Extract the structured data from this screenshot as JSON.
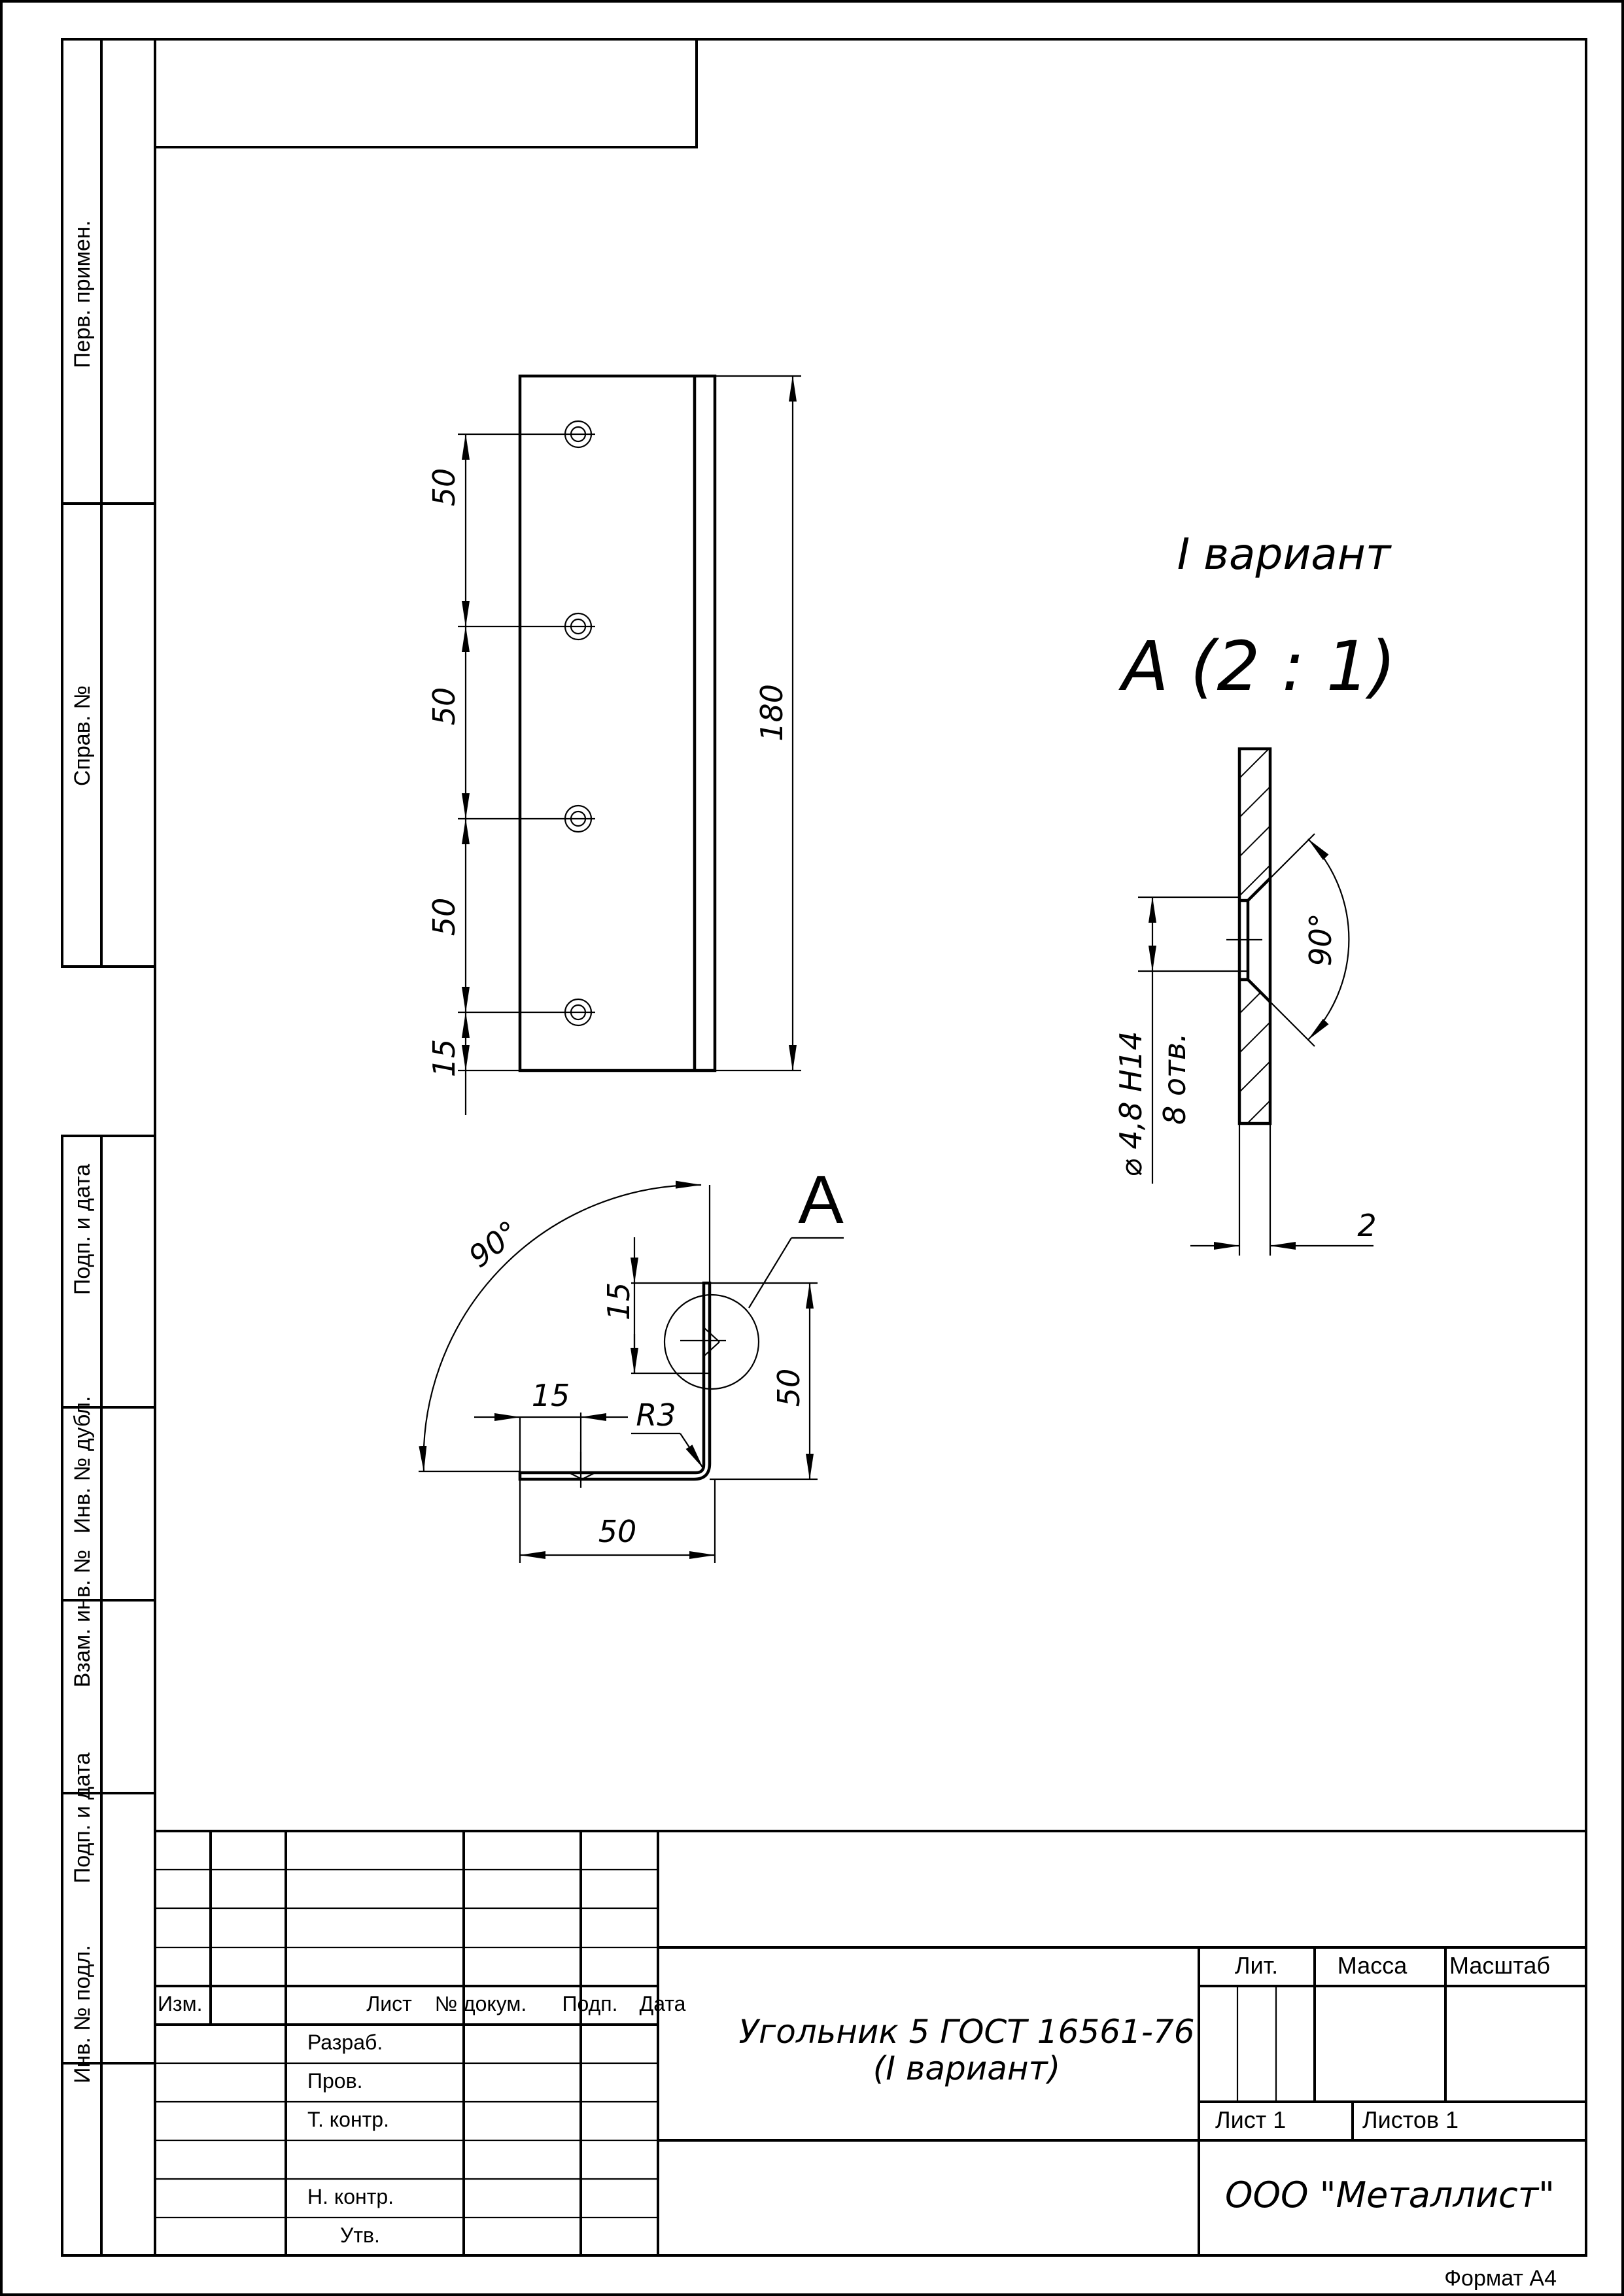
{
  "drawing": {
    "variant_note": "I вариант",
    "detail_view_label": "А (2 : 1)",
    "callout_letter": "А",
    "dimensions": {
      "hole_pitch_1": "50",
      "hole_pitch_2": "50",
      "hole_pitch_3": "50",
      "edge_offset": "15",
      "overall_length": "180",
      "bend_angle": "90°",
      "top_flange_offset": "15",
      "bottom_flange_offset": "15",
      "bend_radius": "R3",
      "vertical_flange": "50",
      "horizontal_flange": "50",
      "countersink_angle": "90°",
      "hole_diameter": "⌀ 4,8 H14",
      "hole_count": "8 отв.",
      "thickness": "2"
    }
  },
  "side_stamp": {
    "perv_primen": "Перв. примен.",
    "sprav_no": "Справ. №",
    "podp_data_1": "Подп. и дата",
    "inv_dubl": "Инв. № дубл.",
    "vzam_inv": "Взам. инв. №",
    "podp_data_2": "Подп. и дата",
    "inv_podl": "Инв. № подл."
  },
  "title_block": {
    "col_izm": "Изм.",
    "col_list": "Лист",
    "col_dokum": "№ докум.",
    "col_podp": "Подп.",
    "col_data": "Дата",
    "row_razrab": "Разраб.",
    "row_prov": "Пров.",
    "row_tkontr": "Т. контр.",
    "row_nkontr": "Н. контр.",
    "row_utv": "Утв.",
    "name_line1": "Угольник 5 ГОСТ 16561-76",
    "name_line2": "(I вариант)",
    "lit": "Лит.",
    "massa": "Масса",
    "masshtab": "Масштаб",
    "sheet": "Лист 1",
    "sheets": "Листов 1",
    "company": "ООО \"Металлист\""
  },
  "format": "Формат А4"
}
